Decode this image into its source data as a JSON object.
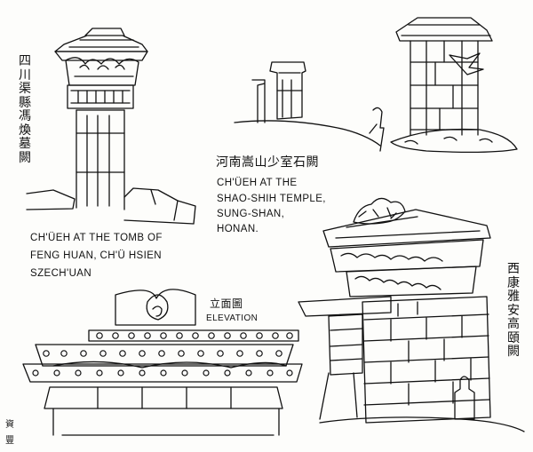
{
  "captions": {
    "tomb_cn": "四川渠縣馮煥墓闕",
    "tomb_en": [
      "CH'ÜEH AT THE TOMB OF",
      "FENG HUAN, CH'Ü HSIEN",
      "SZECH'UAN"
    ],
    "temple_cn": "河南嵩山少室石闕",
    "temple_en": [
      "CH'ÜEH AT THE",
      "SHAO-SHIH TEMPLE,",
      "SUNG-SHAN,",
      "HONAN."
    ],
    "kao_cn": "西康雅安高頤闕",
    "elev_cn": "立面圖",
    "elev_en": "ELEVATION",
    "margin_cn": [
      "資",
      "豐"
    ]
  }
}
